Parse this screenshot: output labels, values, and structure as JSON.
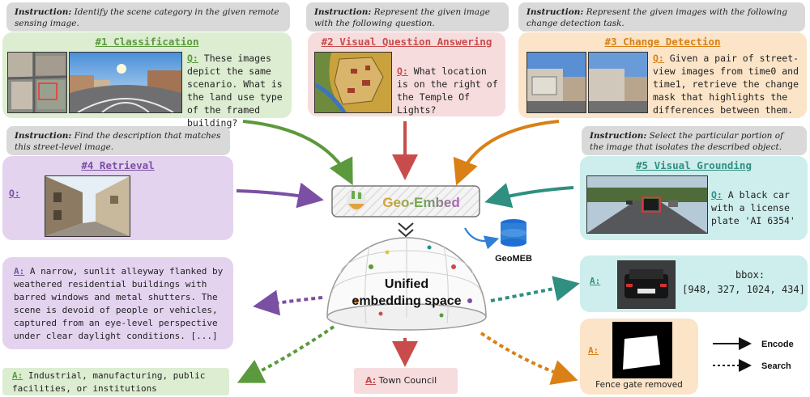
{
  "colors": {
    "green_bg": "#dcedd1",
    "green_accent": "#5b9a3c",
    "pink_bg": "#f6dcdd",
    "red_accent": "#c94c4c",
    "orange_bg": "#fbe4c8",
    "orange_accent": "#d98016",
    "purple_bg": "#e3d3ef",
    "purple_accent": "#7b4fa3",
    "teal_bg": "#cdeeec",
    "teal_accent": "#2f8f80",
    "instr_bg": "#d9d9d9"
  },
  "task1": {
    "instruction_label": "Instruction:",
    "instruction_text": "Identify the scene category in the given remote sensing image.",
    "title": "#1 Classification",
    "q_label": "Q:",
    "question": "These images depict the same scenario. What is the land use type of the framed building?"
  },
  "task2": {
    "instruction_label": "Instruction:",
    "instruction_text": "Represent the given image with the following question.",
    "title": "#2 Visual Question Answering",
    "q_label": "Q:",
    "question": "What location is on the right of the Temple Of Lights?"
  },
  "task3": {
    "instruction_label": "Instruction:",
    "instruction_text": "Represent the given images with the following change detection task.",
    "title": "#3 Change Detection",
    "q_label": "Q:",
    "question": "Given a pair of street-view images from time0 and time1, retrieve the change mask that highlights the differences between them."
  },
  "task4": {
    "instruction_label": "Instruction:",
    "instruction_text": "Find the description that matches this street-level image.",
    "title": "#4 Retrieval",
    "q_label": "Q:"
  },
  "task5": {
    "instruction_label": "Instruction:",
    "instruction_text": "Select the particular portion of the image that isolates the described object.",
    "title": "#5 Visual Grounding",
    "q_label": "Q:",
    "question": "A black car with a license plate 'AI 6354'"
  },
  "center": {
    "model_name": "Geo-Embed",
    "db_label": "GeoMEB",
    "space_line1": "Unified",
    "space_line2": "embedding space"
  },
  "answers": {
    "a_label": "A:",
    "retrieval": "A narrow, sunlit alleyway flanked by weathered residential buildings with barred windows and metal shutters. The scene is devoid of people or vehicles, captured from an eye-level perspective under clear daylight conditions. [...]",
    "classification": "Industrial, manufacturing, public facilities, or institutions",
    "vqa": "Town Council",
    "grounding_label": "bbox:",
    "grounding_bbox": "[948, 327, 1024, 434]",
    "change_caption": "Fence gate removed"
  },
  "legend": {
    "encode": "Encode",
    "search": "Search"
  }
}
